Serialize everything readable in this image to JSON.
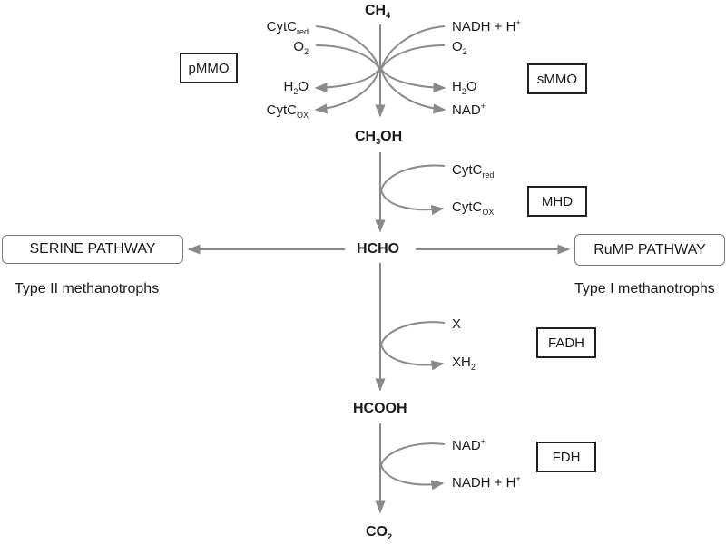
{
  "colors": {
    "arrow": "#8a8a8a",
    "text": "#1a1a1a",
    "enzyme_border": "#222222",
    "pathway_border": "#777777"
  },
  "metabolites": {
    "methane": {
      "main": "CH",
      "sub": "4"
    },
    "methanol": {
      "a": "CH",
      "sub": "3",
      "b": "OH"
    },
    "formaldehyde": "HCHO",
    "formate": "HCOOH",
    "co2": {
      "main": "CO",
      "sub": "2"
    }
  },
  "step1": {
    "left": {
      "in1": {
        "main": "CytC",
        "sub": "red"
      },
      "in2": {
        "main": "O",
        "sub": "2"
      },
      "out1": {
        "a": "H",
        "sub": "2",
        "b": "O"
      },
      "out2": {
        "main": "CytC",
        "sub": "OX"
      },
      "enzyme": "pMMO"
    },
    "right": {
      "in1": {
        "main": "NADH + H",
        "sup": "+"
      },
      "in2": {
        "main": "O",
        "sub": "2"
      },
      "out1": {
        "a": "H",
        "sub": "2",
        "b": "O"
      },
      "out2": {
        "main": "NAD",
        "sup": "+"
      },
      "enzyme": "sMMO"
    }
  },
  "step2": {
    "in": {
      "main": "CytC",
      "sub": "red"
    },
    "out": {
      "main": "CytC",
      "sub": "OX"
    },
    "enzyme": "MHD"
  },
  "step3": {
    "in": "X",
    "out": {
      "main": "XH",
      "sub": "2"
    },
    "enzyme": "FADH"
  },
  "step4": {
    "in": {
      "main": "NAD",
      "sup": "+"
    },
    "out": {
      "main": "NADH + H",
      "sup": "+"
    },
    "enzyme": "FDH"
  },
  "pathways": {
    "serine": {
      "label": "SERINE PATHWAY",
      "organisms": "Type II methanotrophs"
    },
    "rump": {
      "label": "RuMP PATHWAY",
      "organisms": "Type I methanotrophs"
    }
  }
}
